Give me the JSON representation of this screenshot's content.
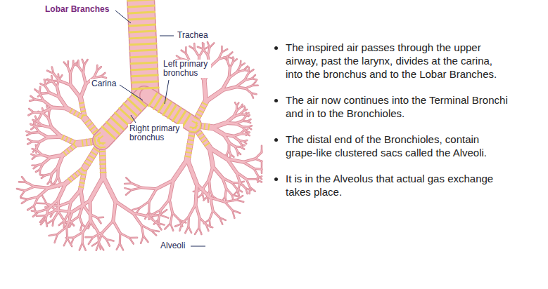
{
  "diagram": {
    "labels": [
      "Lobar Branches",
      "Trachea",
      "Left primary bronchus",
      "Carina",
      "Right primary bronchus",
      "Alveoli",
      "The inspired air passes through the upper airway, past the larynx, divides at the carina, into the bronchus and to the Lobar Branches.",
      "The air now continues into the Terminal Bronchi and in to the Bronchioles.",
      "The distal end of the Bronchioles, contain grape-like clustered sacs called the Alveoli.",
      "It is in the Alveolus that actual gas exchange takes place."
    ]
  }
}
